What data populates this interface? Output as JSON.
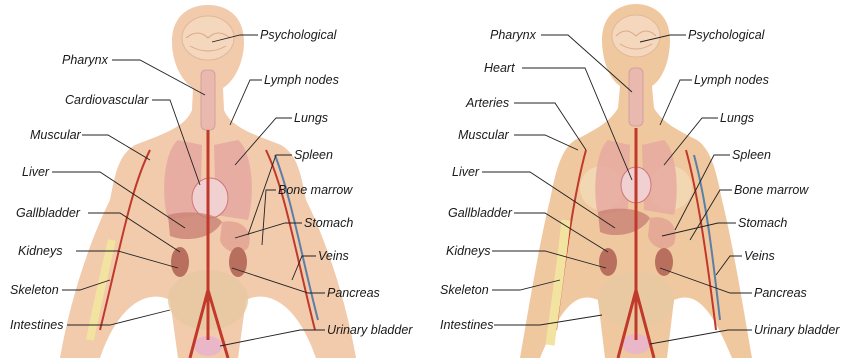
{
  "colors": {
    "skin_male": "#f1c7a8",
    "skin_female": "#efc59a",
    "brain": "#f5d7bd",
    "artery": "#c0392b",
    "vein": "#5b7fa6",
    "lung": "#e6a8a0",
    "heart": "#d98c8c",
    "liver": "#c98275",
    "kidney": "#b86f5e",
    "intestine": "#e8c9a2",
    "bone": "#f3e3a0",
    "muscle": "#d98d70"
  },
  "male": {
    "labels": [
      {
        "id": "psychological",
        "text": "Psychological"
      },
      {
        "id": "pharynx",
        "text": "Pharynx"
      },
      {
        "id": "lymph_nodes",
        "text": "Lymph nodes"
      },
      {
        "id": "cardiovascular",
        "text": "Cardiovascular"
      },
      {
        "id": "lungs",
        "text": "Lungs"
      },
      {
        "id": "muscular",
        "text": "Muscular"
      },
      {
        "id": "spleen",
        "text": "Spleen"
      },
      {
        "id": "liver",
        "text": "Liver"
      },
      {
        "id": "bone_marrow",
        "text": "Bone marrow"
      },
      {
        "id": "gallbladder",
        "text": "Gallbladder"
      },
      {
        "id": "stomach",
        "text": "Stomach"
      },
      {
        "id": "kidneys",
        "text": "Kidneys"
      },
      {
        "id": "veins",
        "text": "Veins"
      },
      {
        "id": "skeleton",
        "text": "Skeleton"
      },
      {
        "id": "pancreas",
        "text": "Pancreas"
      },
      {
        "id": "intestines",
        "text": "Intestines"
      },
      {
        "id": "urinary_bladder",
        "text": "Urinary bladder"
      }
    ]
  },
  "female": {
    "labels": [
      {
        "id": "pharynx",
        "text": "Pharynx"
      },
      {
        "id": "psychological",
        "text": "Psychological"
      },
      {
        "id": "heart",
        "text": "Heart"
      },
      {
        "id": "lymph_nodes",
        "text": "Lymph nodes"
      },
      {
        "id": "arteries",
        "text": "Arteries"
      },
      {
        "id": "lungs",
        "text": "Lungs"
      },
      {
        "id": "muscular",
        "text": "Muscular"
      },
      {
        "id": "spleen",
        "text": "Spleen"
      },
      {
        "id": "liver",
        "text": "Liver"
      },
      {
        "id": "bone_marrow",
        "text": "Bone marrow"
      },
      {
        "id": "gallbladder",
        "text": "Gallbladder"
      },
      {
        "id": "stomach",
        "text": "Stomach"
      },
      {
        "id": "kidneys",
        "text": "Kidneys"
      },
      {
        "id": "veins",
        "text": "Veins"
      },
      {
        "id": "skeleton",
        "text": "Skeleton"
      },
      {
        "id": "pancreas",
        "text": "Pancreas"
      },
      {
        "id": "intestines",
        "text": "Intestines"
      },
      {
        "id": "urinary_bladder",
        "text": "Urinary bladder"
      }
    ]
  }
}
